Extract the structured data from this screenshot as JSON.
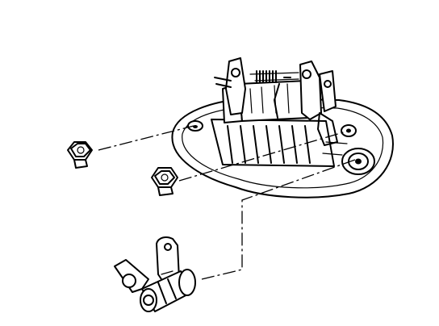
{
  "diagram": {
    "parts": [
      {
        "id": "door-handle-assembly",
        "kind": "exploded-view part"
      },
      {
        "id": "hex-nut-upper",
        "kind": "exploded-view part"
      },
      {
        "id": "hex-nut-lower",
        "kind": "exploded-view part"
      },
      {
        "id": "lock-cylinder-lever",
        "kind": "exploded-view part"
      }
    ],
    "colors": {
      "ink": "#000000",
      "paper": "#ffffff"
    }
  }
}
